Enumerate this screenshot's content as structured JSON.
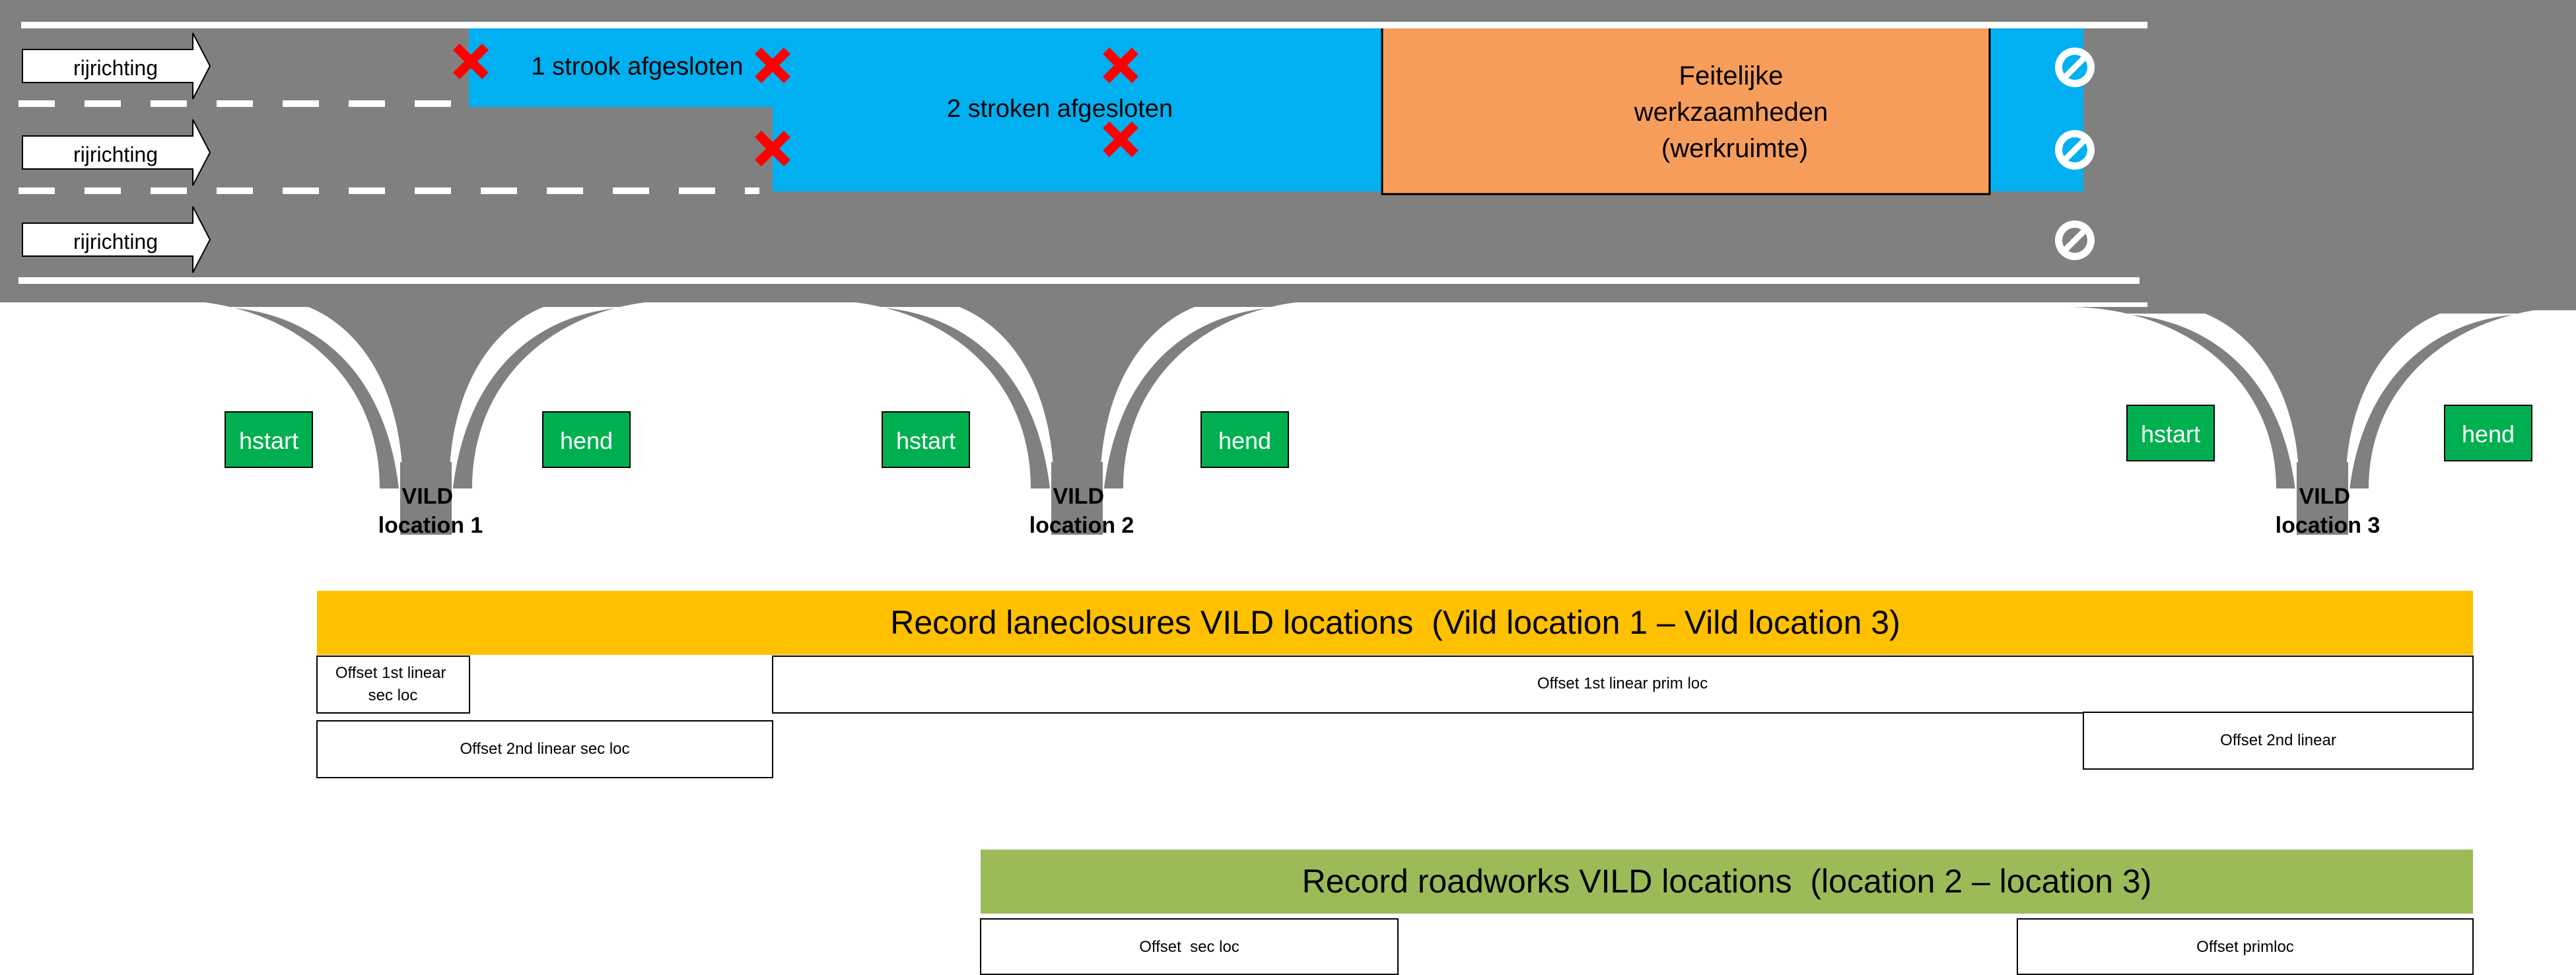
{
  "road": {
    "direction_labels": [
      "rijrichting",
      "rijrichting",
      "rijrichting"
    ],
    "closure_1_label": "1 strook afgesloten",
    "closure_2_label": "2 stroken afgesloten",
    "worksite_label_lines": [
      "Feitelijke",
      "werkzaamheden",
      "(werkruimte)"
    ]
  },
  "ramps": [
    {
      "hstart": "hstart",
      "hend": "hend",
      "location_lines": [
        "VILD",
        "location 1"
      ]
    },
    {
      "hstart": "hstart",
      "hend": "hend",
      "location_lines": [
        "VILD",
        "location 2"
      ]
    },
    {
      "hstart": "hstart",
      "hend": "hend",
      "location_lines": [
        "VILD",
        "location 3"
      ]
    }
  ],
  "laneclosures": {
    "title": "Record laneclosures VILD locations  (Vild location 1 – Vild location 3)",
    "offset_1st_sec_lines": [
      "Offset 1st linear",
      "sec loc"
    ],
    "offset_1st_prim": "Offset 1st linear prim loc",
    "offset_2nd_sec": "Offset 2nd linear sec loc",
    "offset_2nd": "Offset 2nd linear"
  },
  "roadworks": {
    "title": "Record roadworks VILD locations  (location 2 – location 3)",
    "offset_sec": "Offset  sec loc",
    "offset_prim": "Offset primloc"
  },
  "colors": {
    "road": "#808080",
    "closure": "#00B0F0",
    "worksite": "#F79D5B",
    "cross": "#FF0000",
    "hmarker": "#00B050",
    "laneclosure_bar": "#FFC000",
    "roadworks_bar": "#9BBB59"
  }
}
